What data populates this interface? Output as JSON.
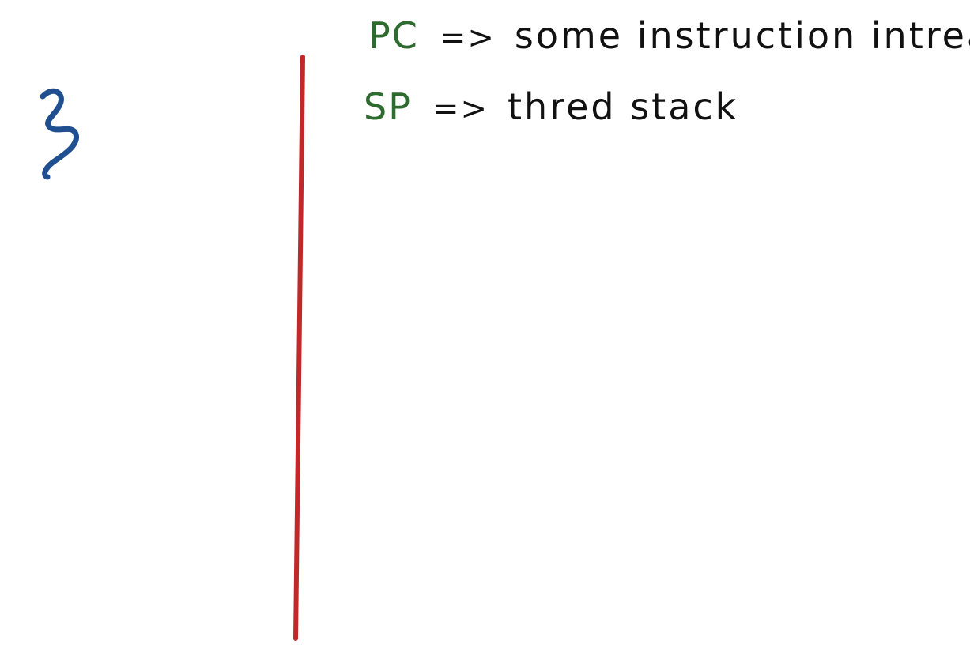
{
  "colors": {
    "background": "#ffffff",
    "squiggle": "#1f4f8f",
    "divider": "#c0282a",
    "register": "#2e6b2e",
    "text": "#111111"
  },
  "annotations": [
    {
      "register": "PC",
      "arrow": "=>",
      "description": "some instruction intread"
    },
    {
      "register": "SP",
      "arrow": "=>",
      "description": "thred stack"
    }
  ],
  "icons": {
    "thread": "squiggle-thread-icon",
    "divider": "vertical-divider-line"
  }
}
